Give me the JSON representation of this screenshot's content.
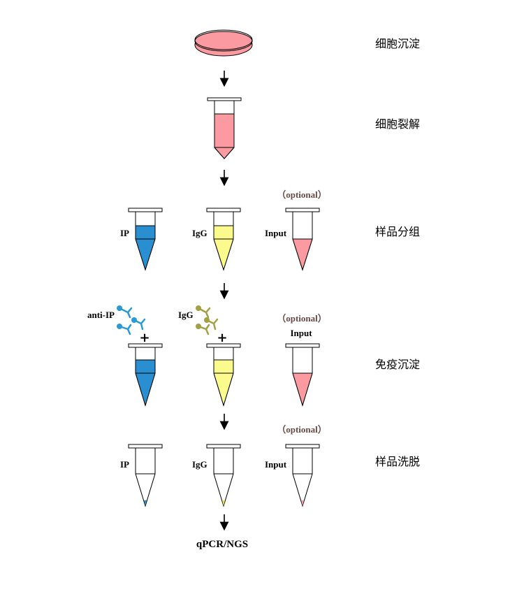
{
  "steps": [
    "细胞沉淀",
    "细胞裂解",
    "样品分组",
    "免疫沉淀",
    "样品洗脱"
  ],
  "groups": {
    "ip": "IP",
    "igg": "IgG",
    "input": "Input"
  },
  "optional_label": "（optional）",
  "antibodies": {
    "anti_ip": "anti-IP",
    "igg": "IgG"
  },
  "plus_sign": "+",
  "final_step": "qPCR/NGS",
  "colors": {
    "pink": "#fb9aa0",
    "blue": "#2a8fd0",
    "yellow": "#fbfa8c",
    "antibody_blue": "#2a9ad6",
    "antibody_olive": "#a3a046",
    "optional_text": "#6b4a47"
  }
}
